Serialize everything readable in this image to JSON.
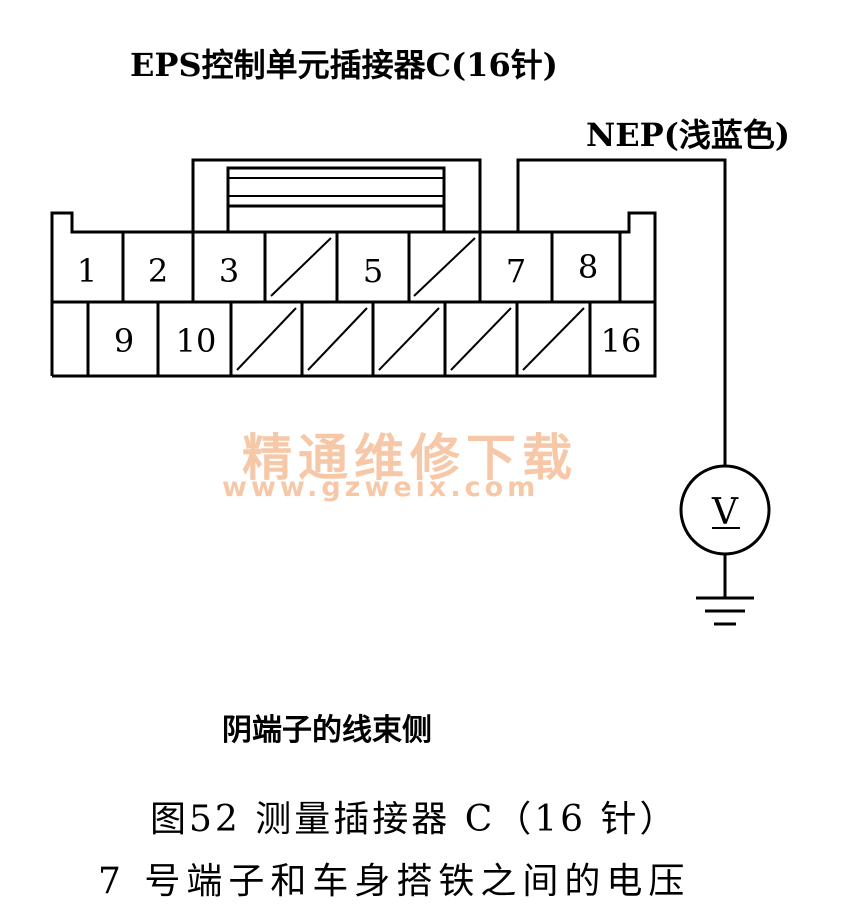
{
  "title": "EPS控制单元插接器C(16针)",
  "wire_label": "NEP(浅蓝色)",
  "harness_side_label": "阴端子的线束侧",
  "caption_line1": "图52   测量插接器 C（16 针）",
  "caption_line2": "7 号端子和车身搭铁之间的电压",
  "watermark": {
    "text": "精通维修下载",
    "url": "www.gzweix.com",
    "color": "#f6c8a8"
  },
  "meter_symbol": "V",
  "pins_top": [
    "1",
    "2",
    "3",
    "",
    "5",
    "",
    "7",
    "8"
  ],
  "pins_bottom": [
    "9",
    "10",
    "",
    "",
    "",
    "",
    "",
    "16"
  ]
}
